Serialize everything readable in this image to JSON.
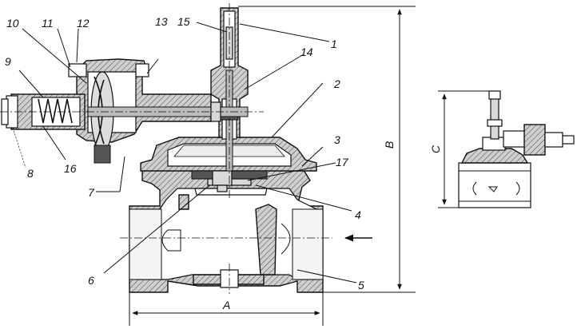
{
  "callouts": {
    "c1": "1",
    "c2": "2",
    "c3": "3",
    "c4": "4",
    "c5": "5",
    "c6": "6",
    "c7": "7",
    "c8": "8",
    "c9": "9",
    "c10": "10",
    "c11": "11",
    "c12": "12",
    "c13": "13",
    "c14": "14",
    "c15": "15",
    "c16": "16",
    "c17": "17"
  },
  "dimensions": {
    "a": "A",
    "b": "B",
    "c": "C"
  }
}
